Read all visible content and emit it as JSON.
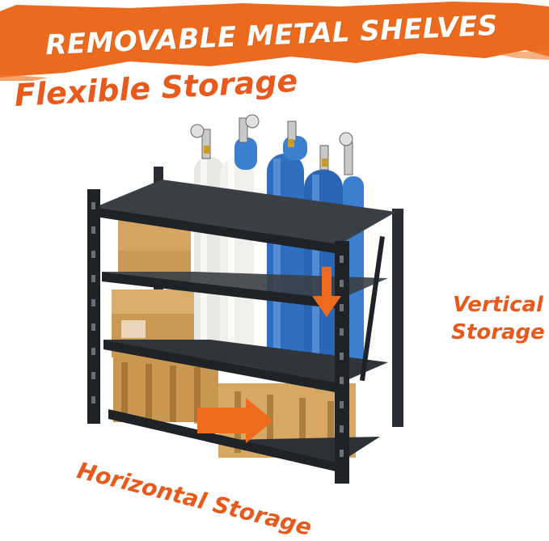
{
  "banner": {
    "title": "REMOVABLE METAL SHELVES"
  },
  "subtitle": "Flexible Storage",
  "labels": {
    "vertical_line1": "Vertical",
    "vertical_line2": "Storage",
    "horizontal": "Horizontal Storage"
  },
  "colors": {
    "accent": "#e8591c",
    "banner": "#ec6a1e",
    "rack": "#1f2328",
    "cylinder_blue": "#2f6fc2",
    "cylinder_white": "#ececea",
    "box": "#d6a864"
  },
  "icons": [
    "arrow-down-icon",
    "arrow-right-icon"
  ]
}
